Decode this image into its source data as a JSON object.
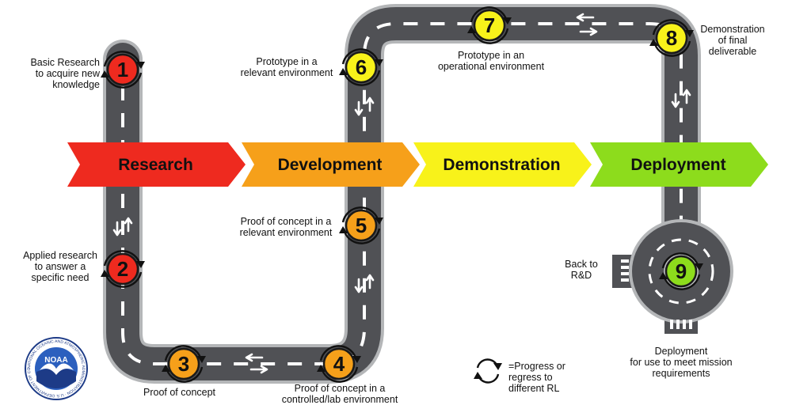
{
  "stages": [
    {
      "label": "Research",
      "color": "#ee2a1f"
    },
    {
      "label": "Development",
      "color": "#f6a01a"
    },
    {
      "label": "Demonstration",
      "color": "#f8f21a"
    },
    {
      "label": "Deployment",
      "color": "#8ddc1c"
    }
  ],
  "milestones": [
    {
      "number": "1",
      "color": "#ee2a1f",
      "lines": [
        "Basic Research",
        "to acquire new",
        "knowledge"
      ]
    },
    {
      "number": "2",
      "color": "#ee2a1f",
      "lines": [
        "Applied research",
        "to answer a",
        "specific need"
      ]
    },
    {
      "number": "3",
      "color": "#f6a01a",
      "lines": [
        "Proof of concept"
      ]
    },
    {
      "number": "4",
      "color": "#f6a01a",
      "lines": [
        "Proof of concept in a",
        "controlled/lab environment"
      ]
    },
    {
      "number": "5",
      "color": "#f6a01a",
      "lines": [
        "Proof of concept in a",
        "relevant environment"
      ]
    },
    {
      "number": "6",
      "color": "#f8f21a",
      "lines": [
        "Prototype in a",
        "relevant environment"
      ]
    },
    {
      "number": "7",
      "color": "#f8f21a",
      "lines": [
        "Prototype in an",
        "operational environment"
      ]
    },
    {
      "number": "8",
      "color": "#f8f21a",
      "lines": [
        "Demonstration",
        "of final",
        "deliverable"
      ]
    },
    {
      "number": "9",
      "color": "#8ddc1c",
      "lines": [
        "Deployment",
        "for use to meet mission",
        "requirements"
      ]
    }
  ],
  "back_to_rd": [
    "Back to",
    "R&D"
  ],
  "legend": [
    "=Progress or",
    "regress to",
    "different RL"
  ],
  "logo": {
    "name": "noaa-logo",
    "text": "NOAA",
    "ring_text": "NATIONAL OCEANIC AND ATMOSPHERIC ADMINISTRATION · U.S. DEPARTMENT OF COMMERCE"
  },
  "colors": {
    "road": "#505155",
    "road_edge": "#b4b6b8",
    "dash": "#ffffff",
    "outline": "#1a1a1a"
  }
}
